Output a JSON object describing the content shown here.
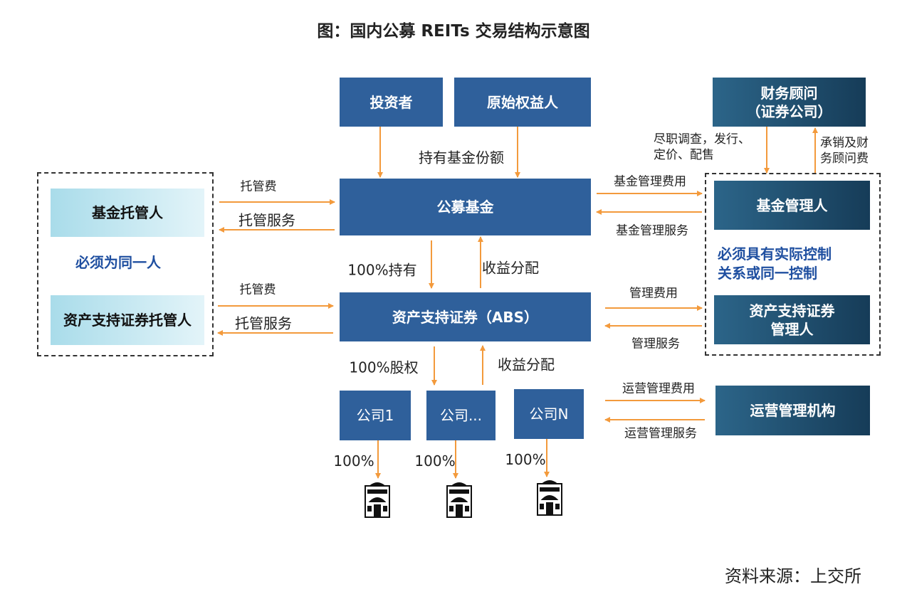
{
  "title": "图：国内公募 REITs 交易结构示意图",
  "source": "资料来源：上交所",
  "boxes": {
    "investor": "投资者",
    "originator": "原始权益人",
    "advisor_line1": "财务顾问",
    "advisor_line2": "（证券公司）",
    "public_fund": "公募基金",
    "abs": "资产支持证券（ABS）",
    "company1": "公司1",
    "company_dots": "公司...",
    "companyN": "公司N",
    "fund_custodian": "基金托管人",
    "abs_custodian": "资产支持证券托管人",
    "fund_manager": "基金管理人",
    "abs_manager_line1": "资产支持证券",
    "abs_manager_line2": "管理人",
    "operator": "运营管理机构"
  },
  "notes": {
    "same_person": "必须为同一人",
    "control_line1": "必须具有实际控制",
    "control_line2": "关系或同一控制"
  },
  "labels": {
    "hold_fund_shares": "持有基金份额",
    "custody_fee_1": "托管费",
    "custody_service_1": "托管服务",
    "custody_fee_2": "托管费",
    "custody_service_2": "托管服务",
    "hold_100": "100%持有",
    "income_dist_1": "收益分配",
    "equity_100": "100%股权",
    "income_dist_2": "收益分配",
    "fund_mgmt_fee": "基金管理费用",
    "fund_mgmt_service": "基金管理服务",
    "mgmt_fee": "管理费用",
    "mgmt_service": "管理服务",
    "op_mgmt_fee": "运营管理费用",
    "op_mgmt_service": "运营管理服务",
    "due_diligence_line1": "尽职调查，发行、",
    "due_diligence_line2": "定价、配售",
    "underwriting_line1": "承销及财",
    "underwriting_line2": "务顾问费",
    "pct_1": "100%",
    "pct_2": "100%",
    "pct_3": "100%"
  },
  "colors": {
    "arrow": "#f39a3c",
    "box_blue": "#2f609b",
    "box_dark": "#1d4765",
    "note": "#1f4fa0"
  }
}
